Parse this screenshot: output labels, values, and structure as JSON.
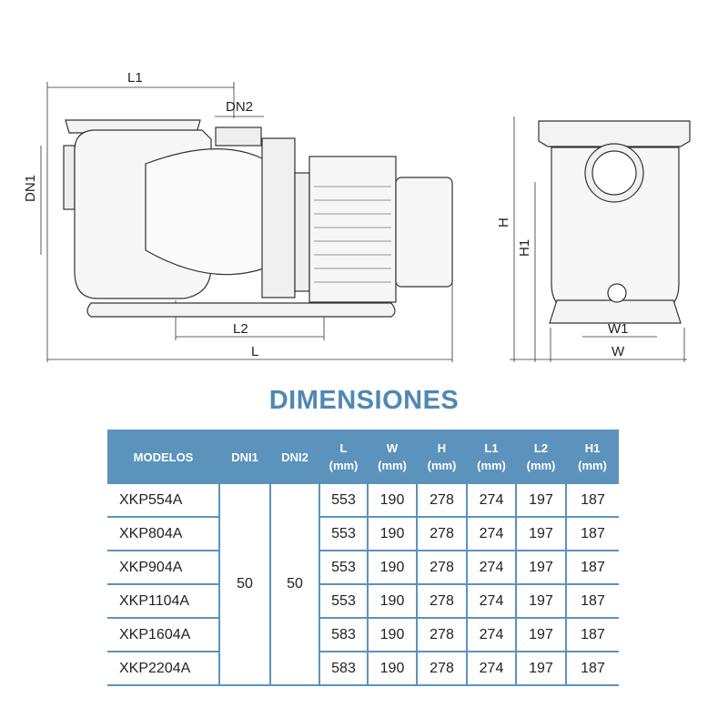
{
  "drawing": {
    "side_view_labels": {
      "L1": "L1",
      "DN2": "DN2",
      "DN1": "DN1",
      "L2": "L2",
      "L": "L"
    },
    "front_view_labels": {
      "H": "H",
      "H1": "H1",
      "W1": "W1",
      "W": "W"
    }
  },
  "title": "DIMENSIONES",
  "table": {
    "headers": [
      {
        "top": "MODELOS",
        "bottom": ""
      },
      {
        "top": "DNI1",
        "bottom": ""
      },
      {
        "top": "DNI2",
        "bottom": ""
      },
      {
        "top": "L",
        "bottom": "(mm)"
      },
      {
        "top": "W",
        "bottom": "(mm)"
      },
      {
        "top": "H",
        "bottom": "(mm)"
      },
      {
        "top": "L1",
        "bottom": "(mm)"
      },
      {
        "top": "L2",
        "bottom": "(mm)"
      },
      {
        "top": "H1",
        "bottom": "(mm)"
      }
    ],
    "dni1": "50",
    "dni2": "50",
    "rows": [
      {
        "model": "XKP554A",
        "L": "553",
        "W": "190",
        "H": "278",
        "L1": "274",
        "L2": "197",
        "H1": "187"
      },
      {
        "model": "XKP804A",
        "L": "553",
        "W": "190",
        "H": "278",
        "L1": "274",
        "L2": "197",
        "H1": "187"
      },
      {
        "model": "XKP904A",
        "L": "553",
        "W": "190",
        "H": "278",
        "L1": "274",
        "L2": "197",
        "H1": "187"
      },
      {
        "model": "XKP1104A",
        "L": "553",
        "W": "190",
        "H": "278",
        "L1": "274",
        "L2": "197",
        "H1": "187"
      },
      {
        "model": "XKP1604A",
        "L": "583",
        "W": "190",
        "H": "278",
        "L1": "274",
        "L2": "197",
        "H1": "187"
      },
      {
        "model": "XKP2204A",
        "L": "583",
        "W": "190",
        "H": "278",
        "L1": "274",
        "L2": "197",
        "H1": "187"
      }
    ]
  },
  "colors": {
    "accent": "#5b93bd",
    "title": "#4f88b3"
  }
}
